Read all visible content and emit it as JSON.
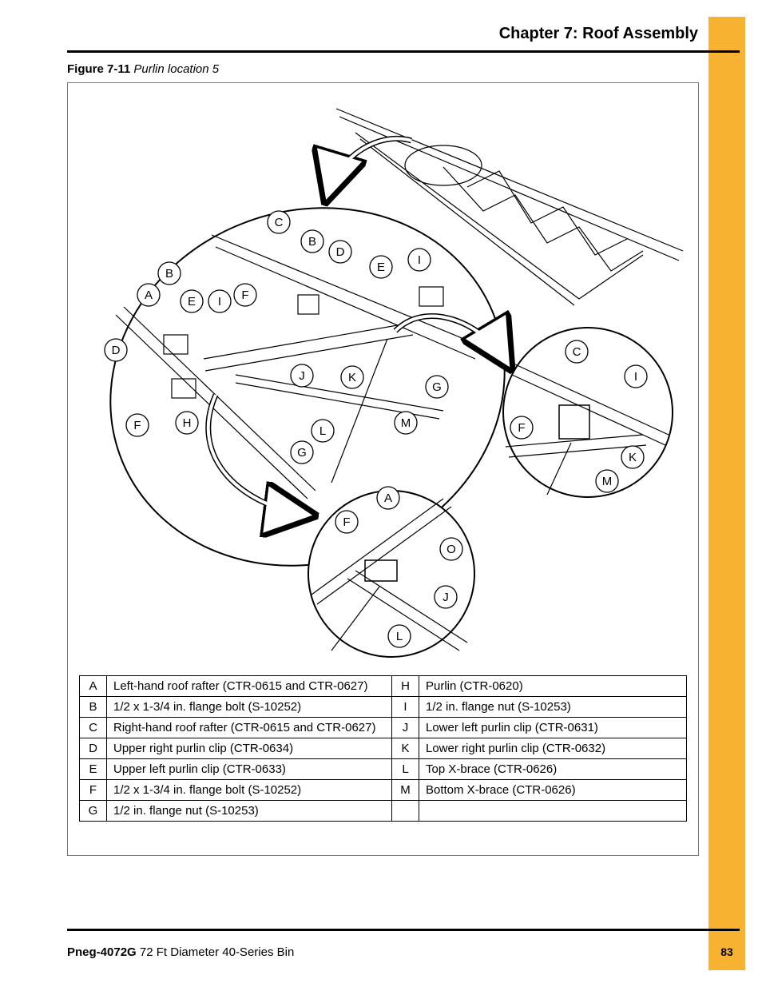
{
  "header": {
    "chapter_title": "Chapter 7: Roof Assembly"
  },
  "figure": {
    "number": "Figure 7-11",
    "title": "Purlin location 5",
    "callouts": {
      "main": [
        "A",
        "B",
        "C",
        "B",
        "D",
        "E",
        "I",
        "E",
        "I",
        "F",
        "D",
        "F",
        "H",
        "J",
        "K",
        "G",
        "G",
        "L",
        "M"
      ],
      "right_detail": [
        "C",
        "I",
        "F",
        "K",
        "M"
      ],
      "bottom_detail": [
        "A",
        "F",
        "O",
        "J",
        "L"
      ]
    }
  },
  "parts_table": {
    "rows": [
      {
        "left_letter": "A",
        "left_desc": "Left-hand roof rafter (CTR-0615 and CTR-0627)",
        "right_letter": "H",
        "right_desc": "Purlin (CTR-0620)"
      },
      {
        "left_letter": "B",
        "left_desc": "1/2 x 1-3/4 in. flange bolt (S-10252)",
        "right_letter": "I",
        "right_desc": "1/2 in. flange nut (S-10253)"
      },
      {
        "left_letter": "C",
        "left_desc": "Right-hand roof rafter (CTR-0615 and CTR-0627)",
        "right_letter": "J",
        "right_desc": "Lower left purlin clip (CTR-0631)"
      },
      {
        "left_letter": "D",
        "left_desc": "Upper right purlin clip (CTR-0634)",
        "right_letter": "K",
        "right_desc": "Lower right purlin clip (CTR-0632)"
      },
      {
        "left_letter": "E",
        "left_desc": "Upper left purlin clip (CTR-0633)",
        "right_letter": "L",
        "right_desc": "Top X-brace (CTR-0626)"
      },
      {
        "left_letter": "F",
        "left_desc": "1/2 x 1-3/4 in. flange bolt (S-10252)",
        "right_letter": "M",
        "right_desc": "Bottom X-brace (CTR-0626)"
      },
      {
        "left_letter": "G",
        "left_desc": "1/2 in. flange nut (S-10253)",
        "right_letter": "",
        "right_desc": ""
      }
    ]
  },
  "footer": {
    "doc_number": "Pneg-4072G",
    "doc_title": "72 Ft Diameter 40-Series Bin",
    "page_number": "83"
  }
}
